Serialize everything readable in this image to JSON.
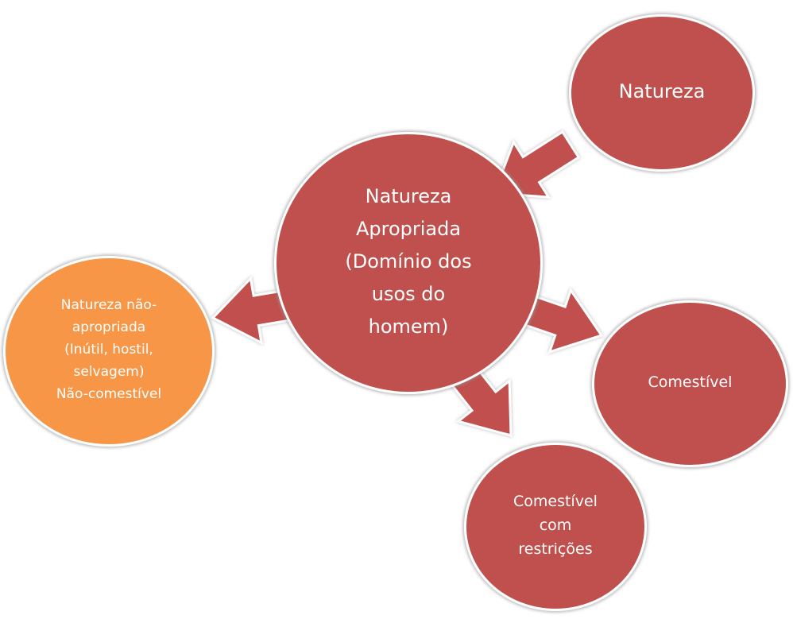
{
  "nodes": {
    "natureza": "Natureza",
    "apropriada": "Natureza\nApropriada\n(Domínio dos\nusos do\nhomem)",
    "nao_apropriada": "Natureza não-\napropriada\n(Inútil, hostil,\nselvagem)\nNão-comestível",
    "comestivel": "Comestível",
    "restricoes": "Comestível\ncom\nrestrições"
  },
  "colors": {
    "node_red": "#c0504d",
    "node_orange": "#f79646",
    "arrow_red": "#c0504d",
    "border": "#ffffff"
  }
}
